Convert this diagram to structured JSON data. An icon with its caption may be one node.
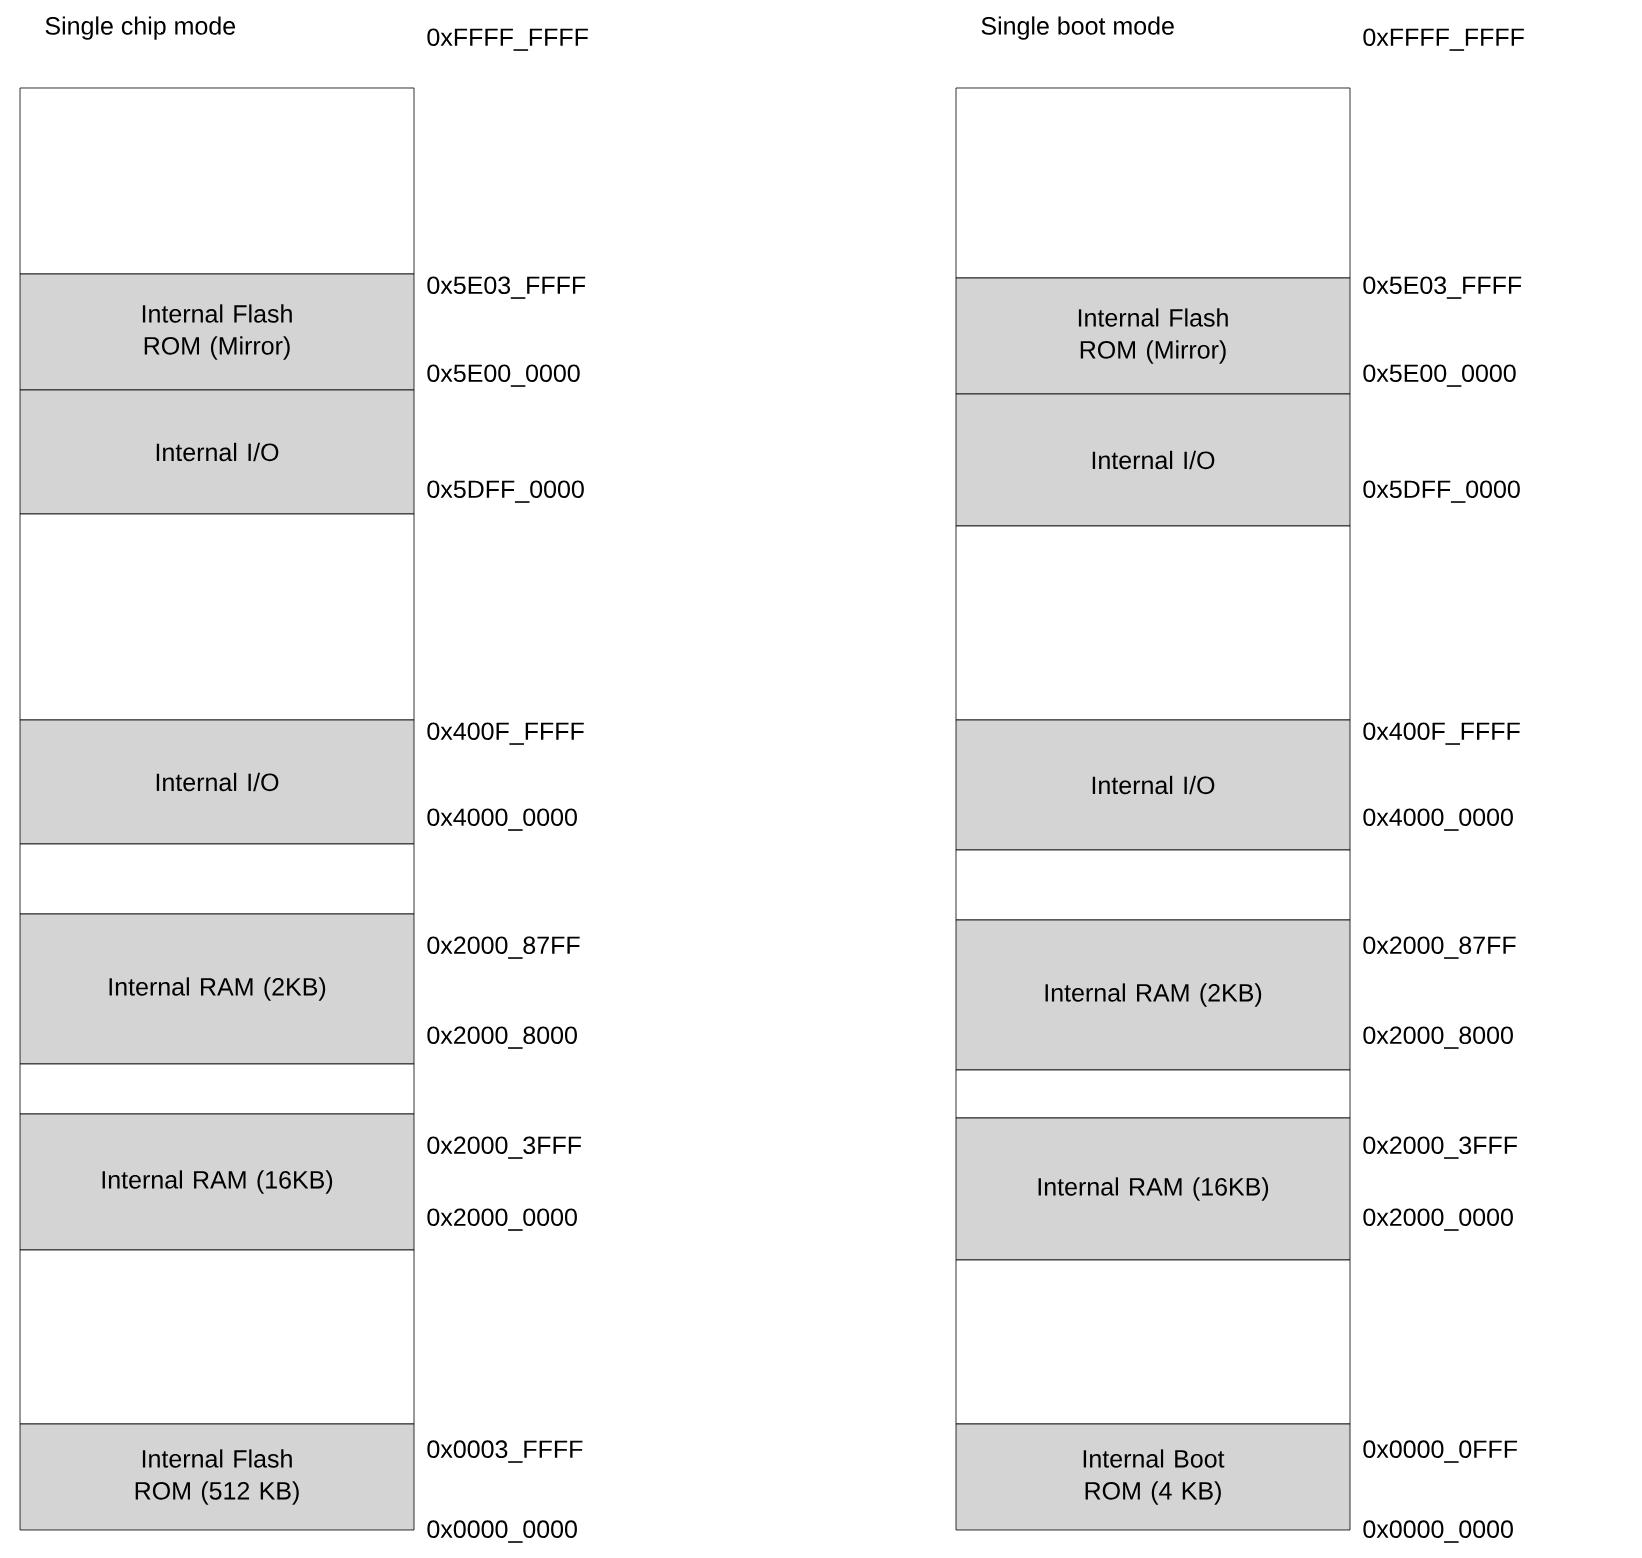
{
  "diagram": {
    "nodes": [
      {
        "text": [],
        "shape": "box"
      },
      {
        "text": [
          "Internal Flash ROM (Mirror)"
        ]
      },
      {
        "text": [
          "Internal I/O"
        ]
      },
      {
        "text": [],
        "shape": "box"
      },
      {
        "text": [
          "Internal I/O"
        ]
      },
      {
        "text": [],
        "shape": "box"
      },
      {
        "text": [
          "Internal RAM (2KB)"
        ]
      },
      {
        "text": [],
        "shape": "box"
      },
      {
        "text": [
          "Internal RAM (16KB)"
        ]
      },
      {
        "text": [],
        "shape": "box"
      },
      {
        "text": [
          "Internal Flash ROM (512 KB)"
        ]
      },
      {
        "text": [],
        "shape": "box"
      },
      {
        "text": [
          "Internal Flash ROM  (Mirror)"
        ]
      },
      {
        "text": [
          "Internal I/O"
        ]
      },
      {
        "text": [],
        "shape": "box"
      },
      {
        "text": [
          "Internal I/O"
        ]
      },
      {
        "text": [],
        "shape": "box"
      },
      {
        "text": [
          "Internal RAM (2KB)"
        ]
      },
      {
        "text": [],
        "shape": "box"
      },
      {
        "text": [
          "Internal RAM (16KB)"
        ]
      },
      {
        "text": [],
        "shape": "box"
      },
      {
        "text": [
          "Internal Boot ROM (4 KB)"
        ]
      }
    ],
    "labels": [
      "Single chip mode",
      "0xFFFF_FFFF",
      "0x5E03_FFFF",
      "0x5E00_0000",
      "0x5DFF_0000",
      "0x400F_FFFF",
      "0x4000_0000",
      "0x2000_87FF",
      "0x2000_8000",
      "0x2000_3FFF",
      "0x2000_0000",
      "0x0003_FFFF",
      "0x0000_0000",
      "Single boot mode",
      "0xFFFF_FFFF",
      "0x5E03_FFFF",
      "0x5E00_0000",
      "0x5DFF_0000",
      "0x400F_FFFF",
      "0x4000_0000",
      "0x2000_87FF",
      "0x2000_8000",
      "0x2000_3FFF",
      "0x2000_0000",
      "0x0000_0FFF",
      "0x0000_0000"
    ]
  }
}
